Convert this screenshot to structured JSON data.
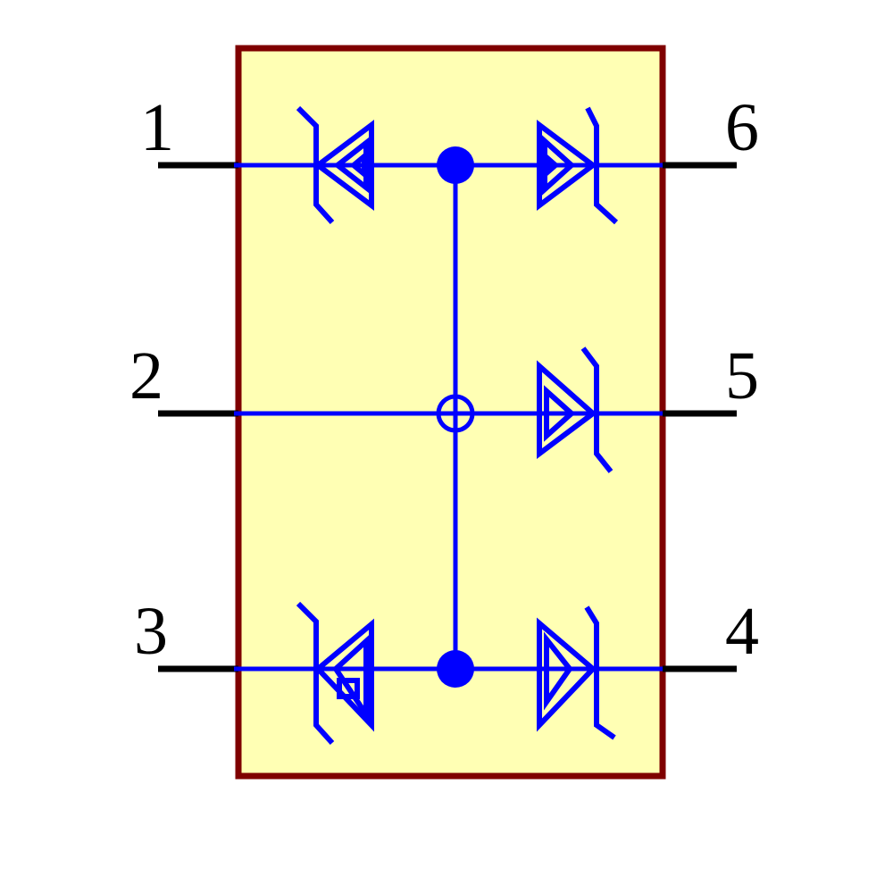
{
  "diagram": {
    "type": "bidirectional TVS diode array schematic symbol",
    "colors": {
      "body_fill": "#ffffb4",
      "body_stroke": "#7f0000",
      "wire": "#0000ff",
      "lead": "#000000"
    },
    "pins": [
      {
        "number": "1"
      },
      {
        "number": "2"
      },
      {
        "number": "3"
      },
      {
        "number": "4"
      },
      {
        "number": "5"
      },
      {
        "number": "6"
      }
    ]
  }
}
